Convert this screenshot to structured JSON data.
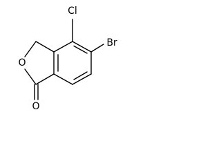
{
  "structure": {
    "atoms": {
      "chlorine": "Cl",
      "bromine": "Br",
      "ring_oxygen": "O",
      "carbonyl_oxygen": "O"
    }
  }
}
